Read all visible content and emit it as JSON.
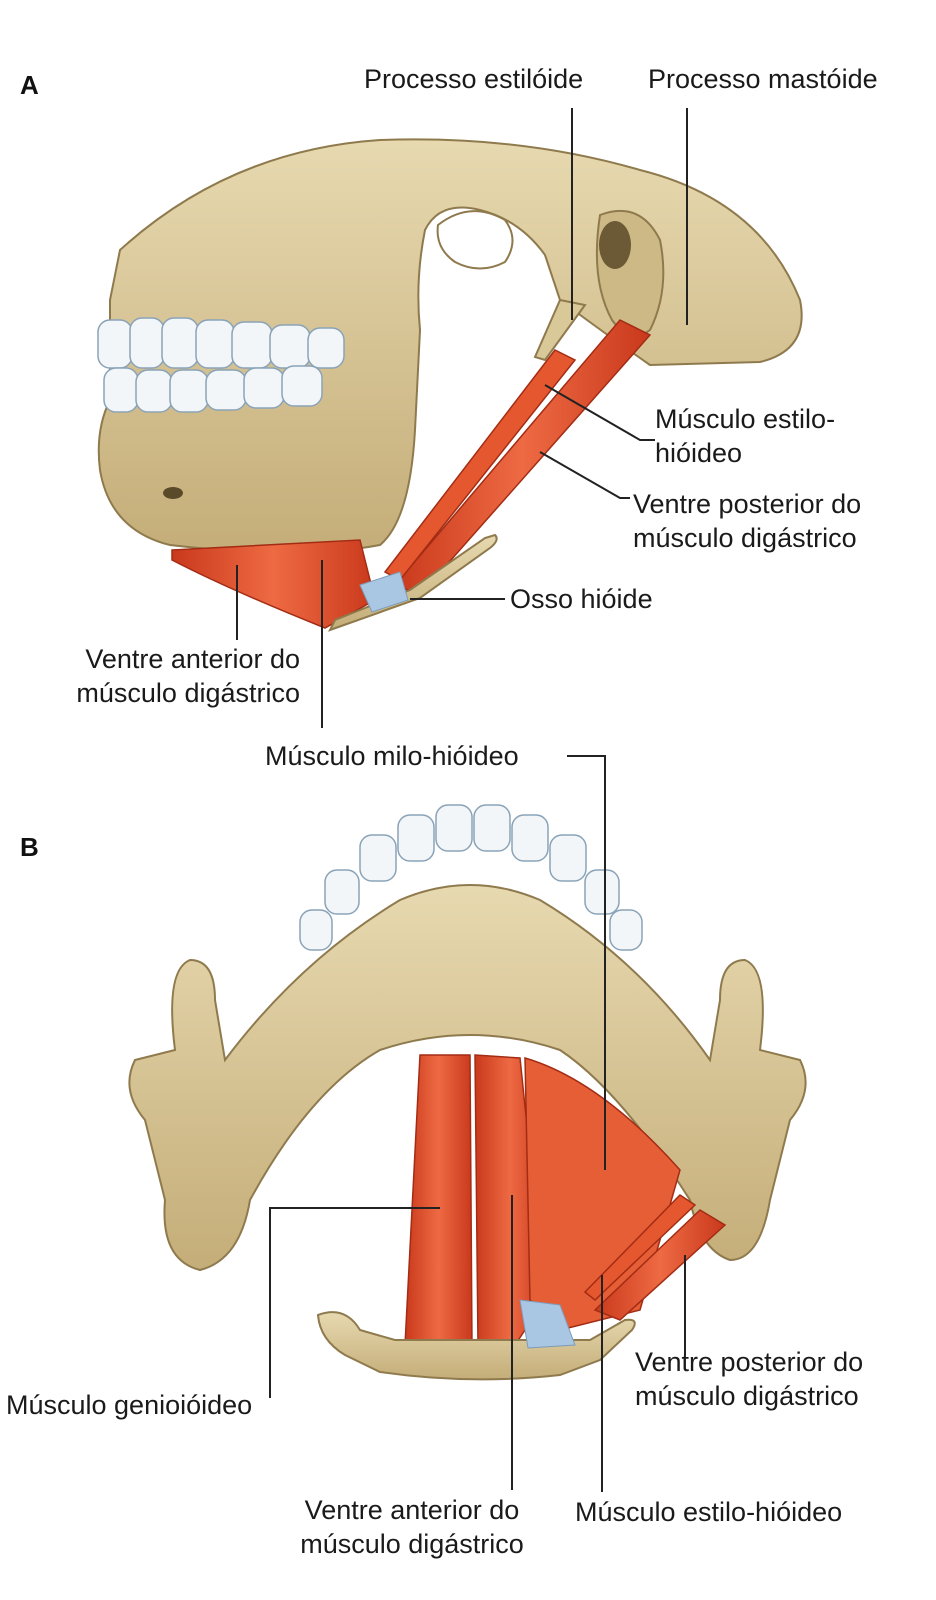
{
  "panels": {
    "a": "A",
    "b": "B"
  },
  "colors": {
    "bone": "#d8c79a",
    "bone_shadow": "#b59f6e",
    "muscle": "#e0502c",
    "tendon": "#a9c7e3",
    "leader": "#222222"
  },
  "labels_a": {
    "processo_estiloide": "Processo estilóide",
    "processo_mastoide": "Processo mastóide",
    "musculo_estilohioideo": "Músculo estilo-\nhióideo",
    "ventre_posterior": "Ventre posterior do\nmúsculo digástrico",
    "osso_hioide": "Osso hióide",
    "ventre_anterior": "Ventre anterior do\nmúsculo digástrico",
    "milo_hioideo": "Músculo milo-hióideo"
  },
  "labels_b": {
    "genioioideo": "Músculo genioióideo",
    "ventre_posterior": "Ventre posterior do\nmúsculo digástrico",
    "ventre_anterior": "Ventre anterior do\nmúsculo digástrico",
    "estilohioideo": "Músculo estilo-hióideo"
  }
}
